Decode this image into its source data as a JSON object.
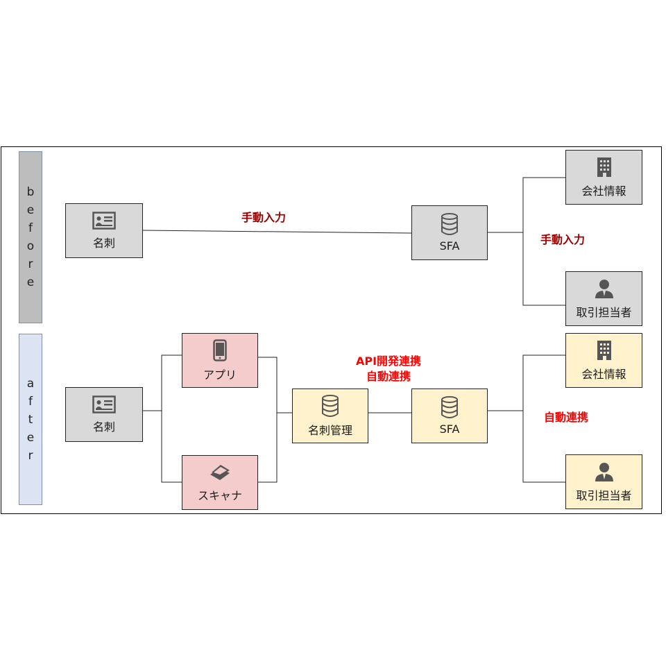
{
  "phases": {
    "before": [
      "b",
      "e",
      "f",
      "o",
      "r",
      "e"
    ],
    "after": [
      "a",
      "f",
      "t",
      "e",
      "r"
    ]
  },
  "before": {
    "meishi": "名刺",
    "sfa": "SFA",
    "company": "会社情報",
    "contact": "取引担当者",
    "edge_manual": "手動入力",
    "edge_manual_right": "手動入力"
  },
  "after": {
    "meishi": "名刺",
    "app": "アプリ",
    "scanner": "スキャナ",
    "card_mgmt": "名刺管理",
    "sfa": "SFA",
    "company": "会社情報",
    "contact": "取引担当者",
    "edge_api_line1": "API開発連携",
    "edge_api_line2": "自動連携",
    "edge_auto_right": "自動連携"
  },
  "colors": {
    "gray_node": "#d9d9d9",
    "pink_node": "#f4cccc",
    "cream_node": "#fff2cc",
    "before_bar": "#bdbdbd",
    "after_bar": "#dce4f4",
    "label_dark_red": "#990000",
    "label_red": "#ff0000",
    "icon": "#555555"
  },
  "icons": {
    "meishi": "business-card-icon",
    "sfa": "database-icon",
    "company": "building-icon",
    "contact": "person-icon",
    "app": "smartphone-icon",
    "scanner": "scanner-icon",
    "card_mgmt": "database-icon"
  }
}
